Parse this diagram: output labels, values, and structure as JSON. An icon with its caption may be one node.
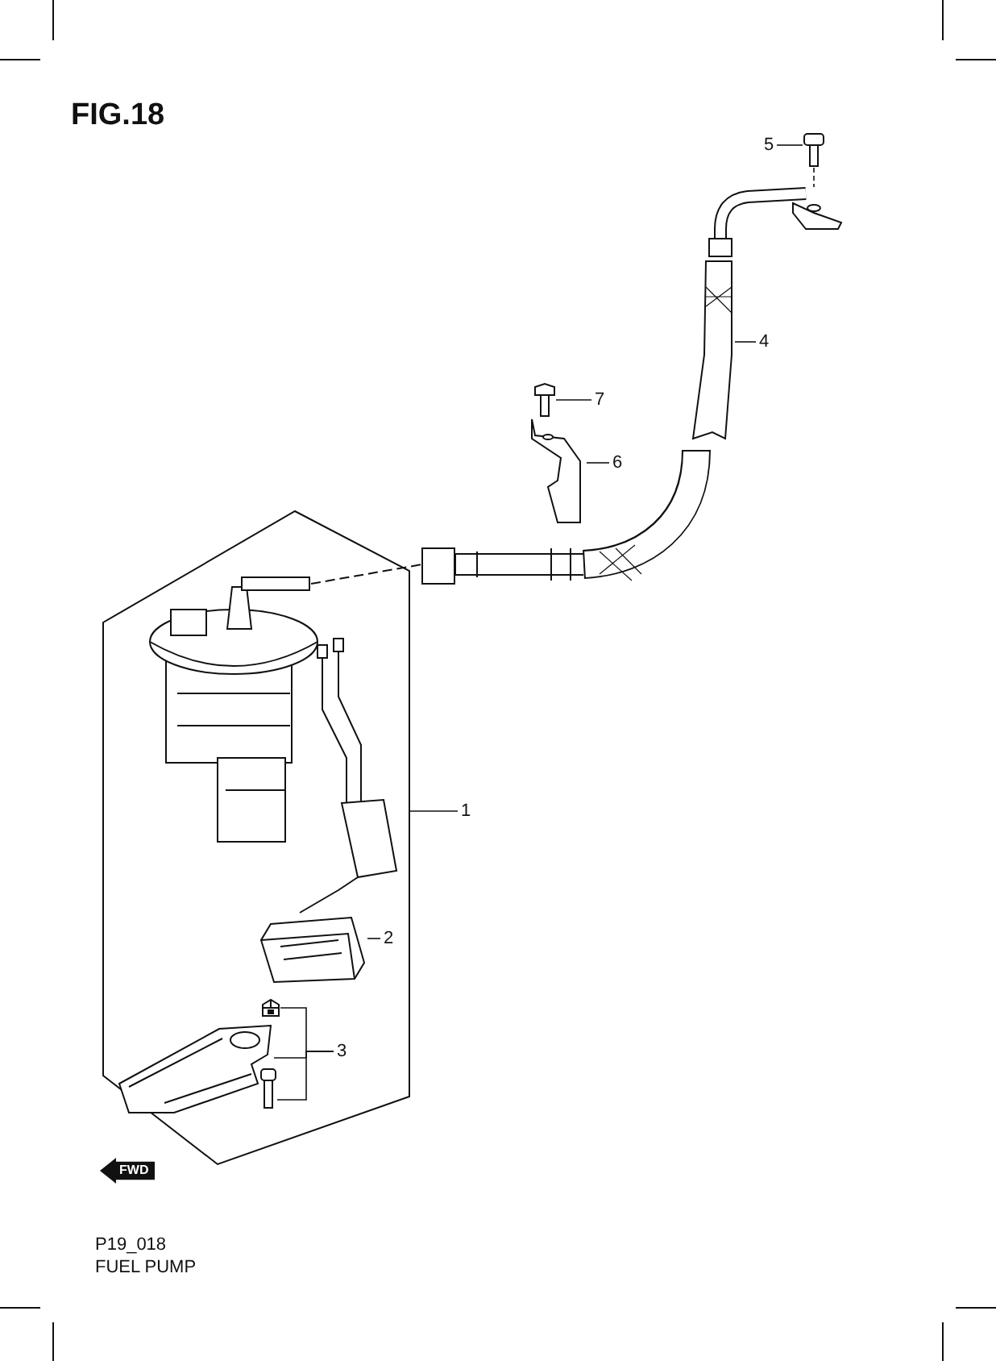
{
  "diagram": {
    "title": "FIG.18",
    "caption": "FUEL PUMP",
    "nodes": [
      {
        "text": [
          "1"
        ]
      },
      {
        "text": [
          "2"
        ],
        "in": 7
      },
      {
        "text": [
          "3"
        ],
        "in": 7
      },
      {
        "text": [
          "4"
        ]
      },
      {
        "text": [
          "5"
        ]
      },
      {
        "text": [
          "6"
        ]
      },
      {
        "text": [
          "7"
        ]
      },
      {
        "text": [],
        "shape": "box"
      },
      {
        "text": [],
        "shape": "picture",
        "in": 7
      },
      {
        "text": [],
        "shape": "picture",
        "in": 7
      },
      {
        "text": [],
        "shape": "picture",
        "in": 7
      },
      {
        "text": [],
        "shape": "picture",
        "in": 7
      },
      {
        "text": [],
        "shape": "picture"
      },
      {
        "text": [],
        "shape": "picture"
      },
      {
        "text": [],
        "shape": "picture"
      },
      {
        "text": [],
        "shape": "picture"
      },
      {
        "text": [],
        "shape": "picture"
      }
    ],
    "edges": [
      {
        "from": 0,
        "to": 7,
        "arrow": "none"
      },
      {
        "from": 1,
        "to": 8,
        "arrow": "none"
      },
      {
        "from": 2,
        "to": 9,
        "arrow": "none"
      },
      {
        "from": 2,
        "to": 10,
        "arrow": "none"
      },
      {
        "from": 2,
        "to": 11,
        "arrow": "none"
      },
      {
        "from": 3,
        "to": 12,
        "arrow": "none"
      },
      {
        "from": 4,
        "to": 13,
        "arrow": "none"
      },
      {
        "from": 5,
        "to": 14,
        "arrow": "none"
      },
      {
        "from": 6,
        "to": 15,
        "arrow": "none"
      },
      {
        "from": 13,
        "to": 16,
        "arrow": "none",
        "style": "dashed"
      }
    ],
    "labels": [
      "FWD",
      "P19_018"
    ]
  }
}
